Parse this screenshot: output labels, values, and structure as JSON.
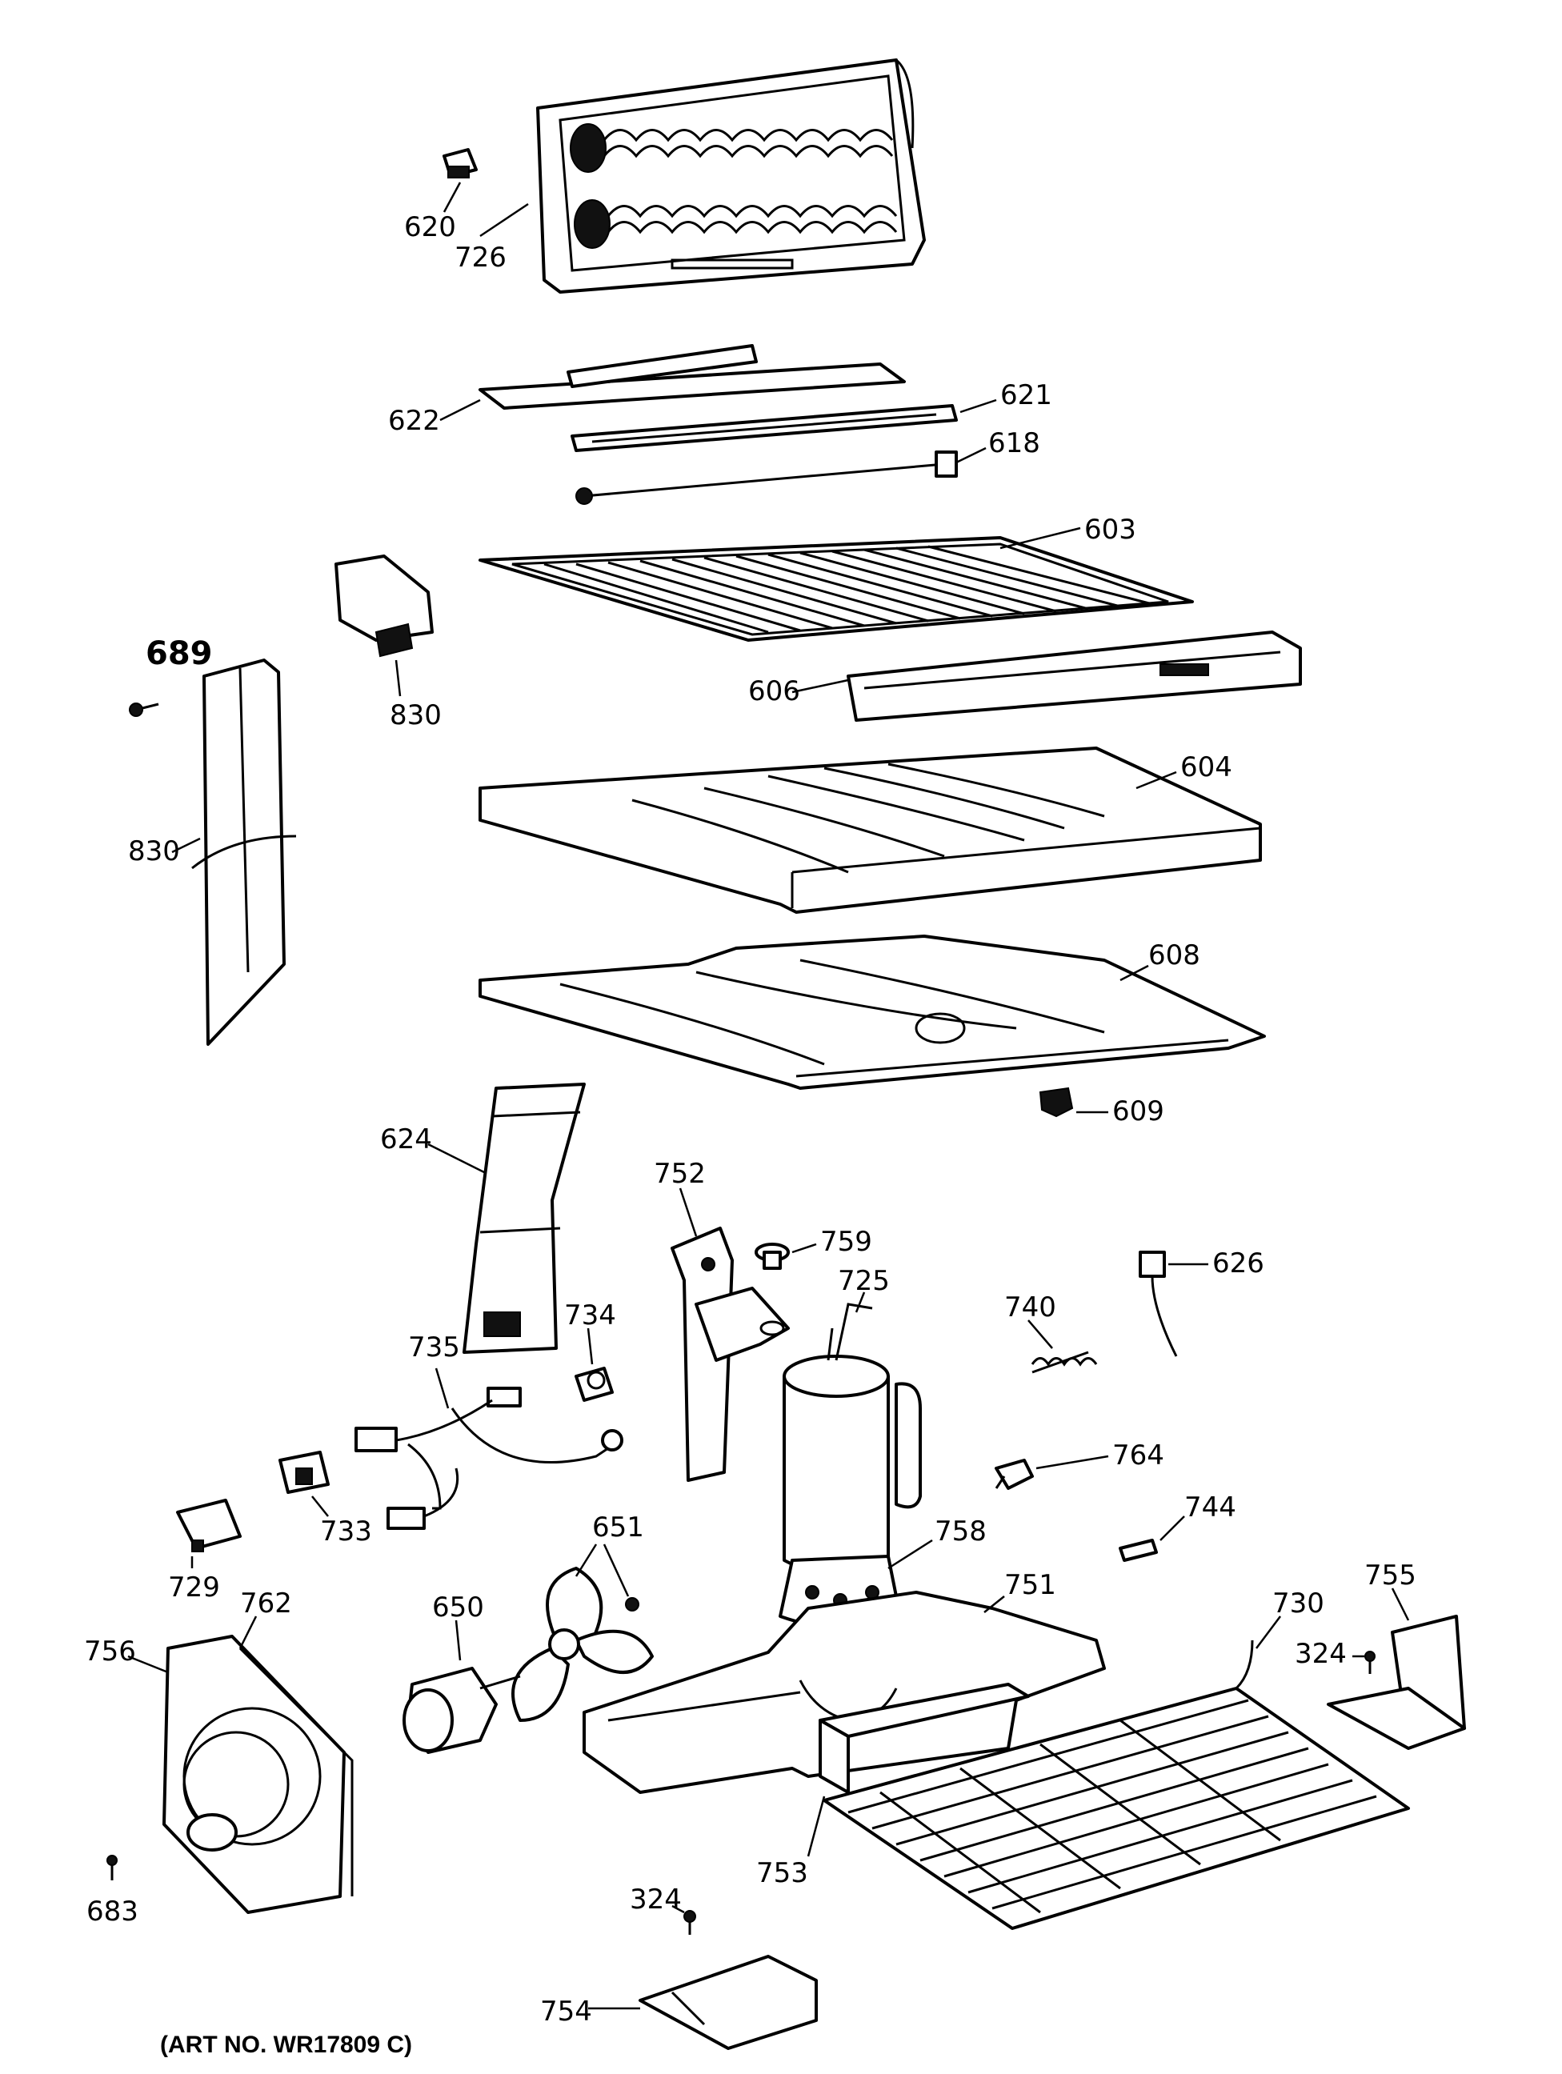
{
  "caption": "(ART NO. WR17809 C)",
  "callouts": {
    "p620": "620",
    "p726": "726",
    "p622": "622",
    "p621": "621",
    "p618": "618",
    "p603": "603",
    "p689": "689",
    "p830a": "830",
    "p606": "606",
    "p604": "604",
    "p830b": "830",
    "p608": "608",
    "p609": "609",
    "p624": "624",
    "p752": "752",
    "p759": "759",
    "p626": "626",
    "p725": "725",
    "p740": "740",
    "p735": "735",
    "p734": "734",
    "p764": "764",
    "p733": "733",
    "p651": "651",
    "p744": "744",
    "p758": "758",
    "p751": "751",
    "p729": "729",
    "p762": "762",
    "p755": "755",
    "p730": "730",
    "p650": "650",
    "p756": "756",
    "p324a": "324",
    "p683": "683",
    "p753": "753",
    "p324b": "324",
    "p754": "754"
  }
}
